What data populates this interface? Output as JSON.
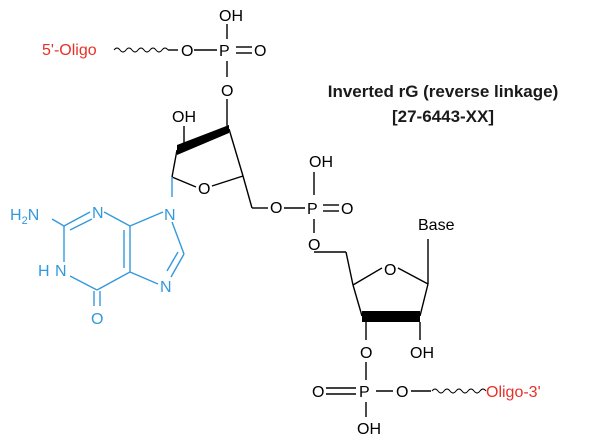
{
  "title": {
    "line1": "Inverted rG (reverse linkage)",
    "line2": "[27-6443-XX]"
  },
  "ends": {
    "five_prime": "5'-Oligo",
    "three_prime": "Oligo-3'"
  },
  "atoms": {
    "oh": "OH",
    "o": "O",
    "p": "P",
    "base": "Base",
    "n": "N",
    "h": "H",
    "hn_nh": "H",
    "nh2_h": "H",
    "nh2_sub": "2",
    "nh2_n": "N"
  },
  "colors": {
    "guanine": "#3399dd",
    "oligo_ends": "#e8302a",
    "bonds": "#000000"
  }
}
